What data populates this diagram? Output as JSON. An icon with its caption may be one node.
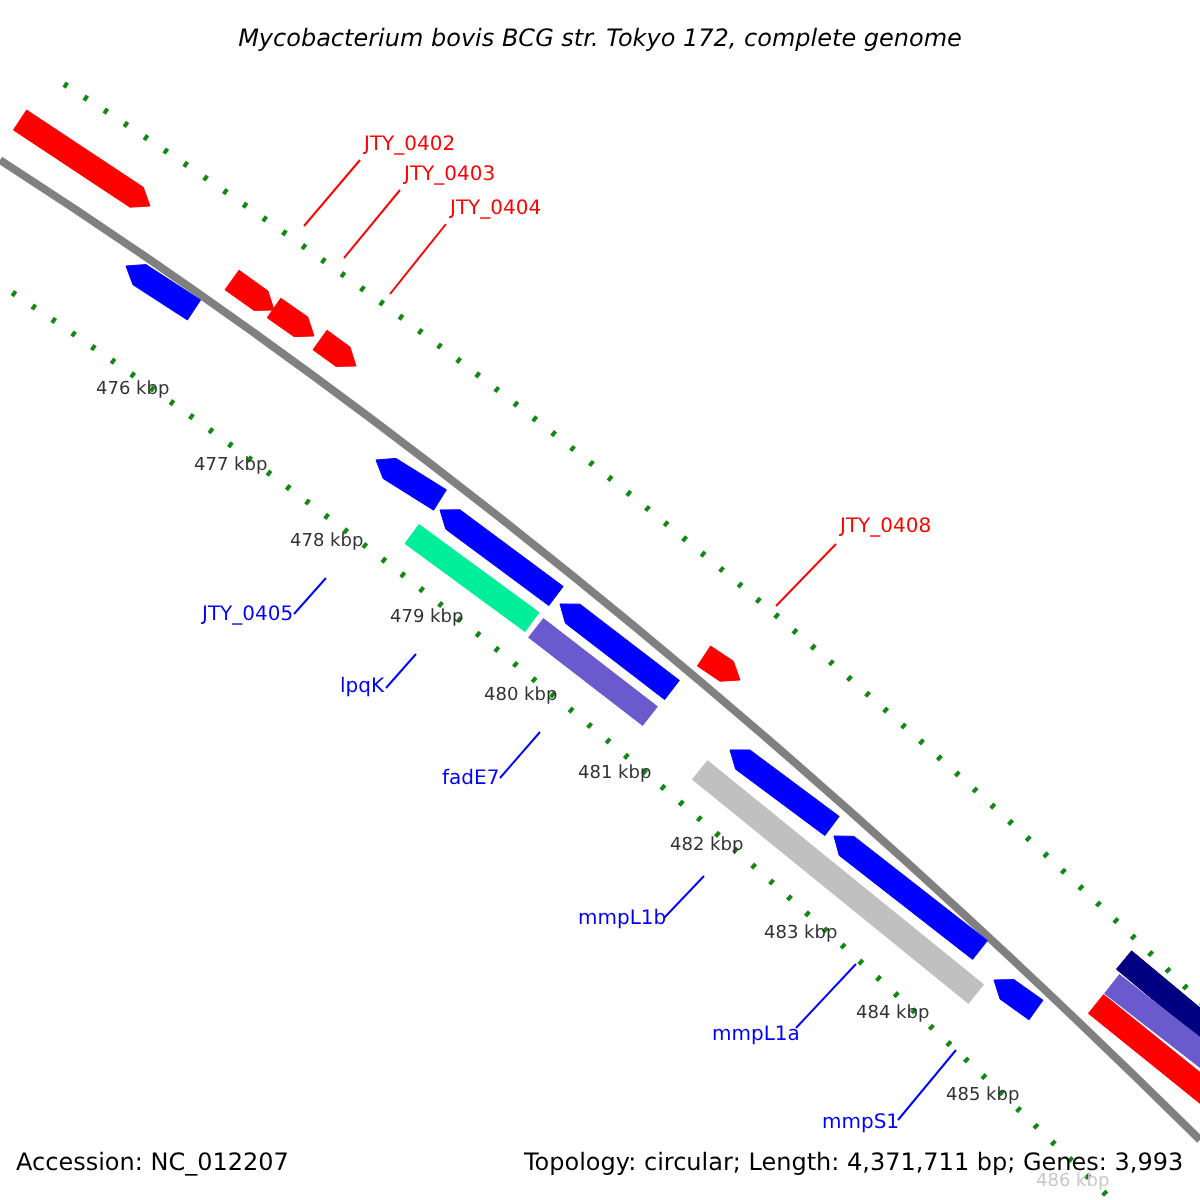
{
  "diagram": {
    "title": "Mycobacterium bovis BCG str. Tokyo 172, complete genome",
    "nodes": [
      {
        "text": [
          "JTY_0402"
        ]
      },
      {
        "text": [
          "JTY_0403"
        ]
      },
      {
        "text": [
          "JTY_0404"
        ]
      },
      {
        "text": [
          "JTY_0408"
        ]
      },
      {
        "text": [
          "JTY_0405"
        ]
      },
      {
        "text": [
          "lpqK"
        ]
      },
      {
        "text": [
          "fadE7"
        ]
      },
      {
        "text": [
          "mmpL1b"
        ]
      },
      {
        "text": [
          "mmpL1a"
        ]
      },
      {
        "text": [
          "mmpS1"
        ]
      }
    ],
    "edges": [
      {
        "from": 0,
        "to": null,
        "arrow": "none",
        "color": "#ff0000"
      },
      {
        "from": 1,
        "to": null,
        "arrow": "none",
        "color": "#ff0000"
      },
      {
        "from": 2,
        "to": null,
        "arrow": "none",
        "color": "#ff0000"
      },
      {
        "from": 3,
        "to": null,
        "arrow": "none",
        "color": "#ff0000"
      },
      {
        "from": 4,
        "to": null,
        "arrow": "none"
      },
      {
        "from": 5,
        "to": null,
        "arrow": "none"
      },
      {
        "from": 6,
        "to": null,
        "arrow": "none"
      },
      {
        "from": 7,
        "to": null,
        "arrow": "none"
      },
      {
        "from": 8,
        "to": null,
        "arrow": "none"
      },
      {
        "from": 9,
        "to": null,
        "arrow": "none"
      }
    ],
    "labels": [
      "476 kbp",
      "477 kbp",
      "478 kbp",
      "479 kbp",
      "480 kbp",
      "481 kbp",
      "482 kbp",
      "483 kbp",
      "484 kbp",
      "485 kbp",
      "486 kbp",
      "Accession: NC_012207",
      "Topology: circular; Length: 4,371,711 bp; Genes: 3,993"
    ]
  }
}
